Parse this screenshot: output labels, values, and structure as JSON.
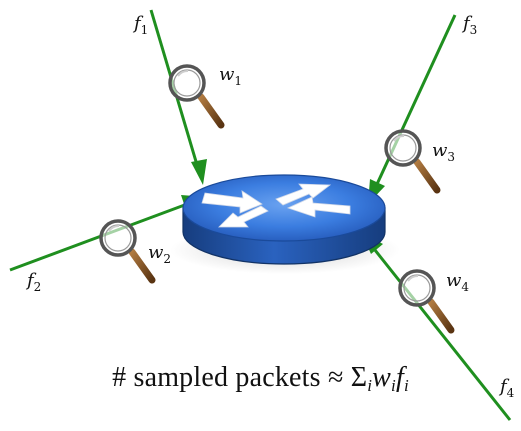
{
  "flows": [
    {
      "label": "f",
      "sub": "1"
    },
    {
      "label": "f",
      "sub": "2"
    },
    {
      "label": "f",
      "sub": "3"
    },
    {
      "label": "f",
      "sub": "4"
    }
  ],
  "weights": [
    {
      "label": "w",
      "sub": "1"
    },
    {
      "label": "w",
      "sub": "2"
    },
    {
      "label": "w",
      "sub": "3"
    },
    {
      "label": "w",
      "sub": "4"
    }
  ],
  "formula": {
    "prefix": "# sampled packets ≈ Σ",
    "sum_sub": "i",
    "weight": "w",
    "weight_sub": "i",
    "flow": "f",
    "flow_sub": "i"
  },
  "colors": {
    "flow_line": "#1f8f1f",
    "router_top": "#3b7de0",
    "router_side": "#1e4f9e",
    "magnifier_ring": "#555555",
    "magnifier_handle": "#7a4a1e"
  },
  "icons": {
    "router": "router-icon",
    "magnifier": "magnifier-icon"
  }
}
